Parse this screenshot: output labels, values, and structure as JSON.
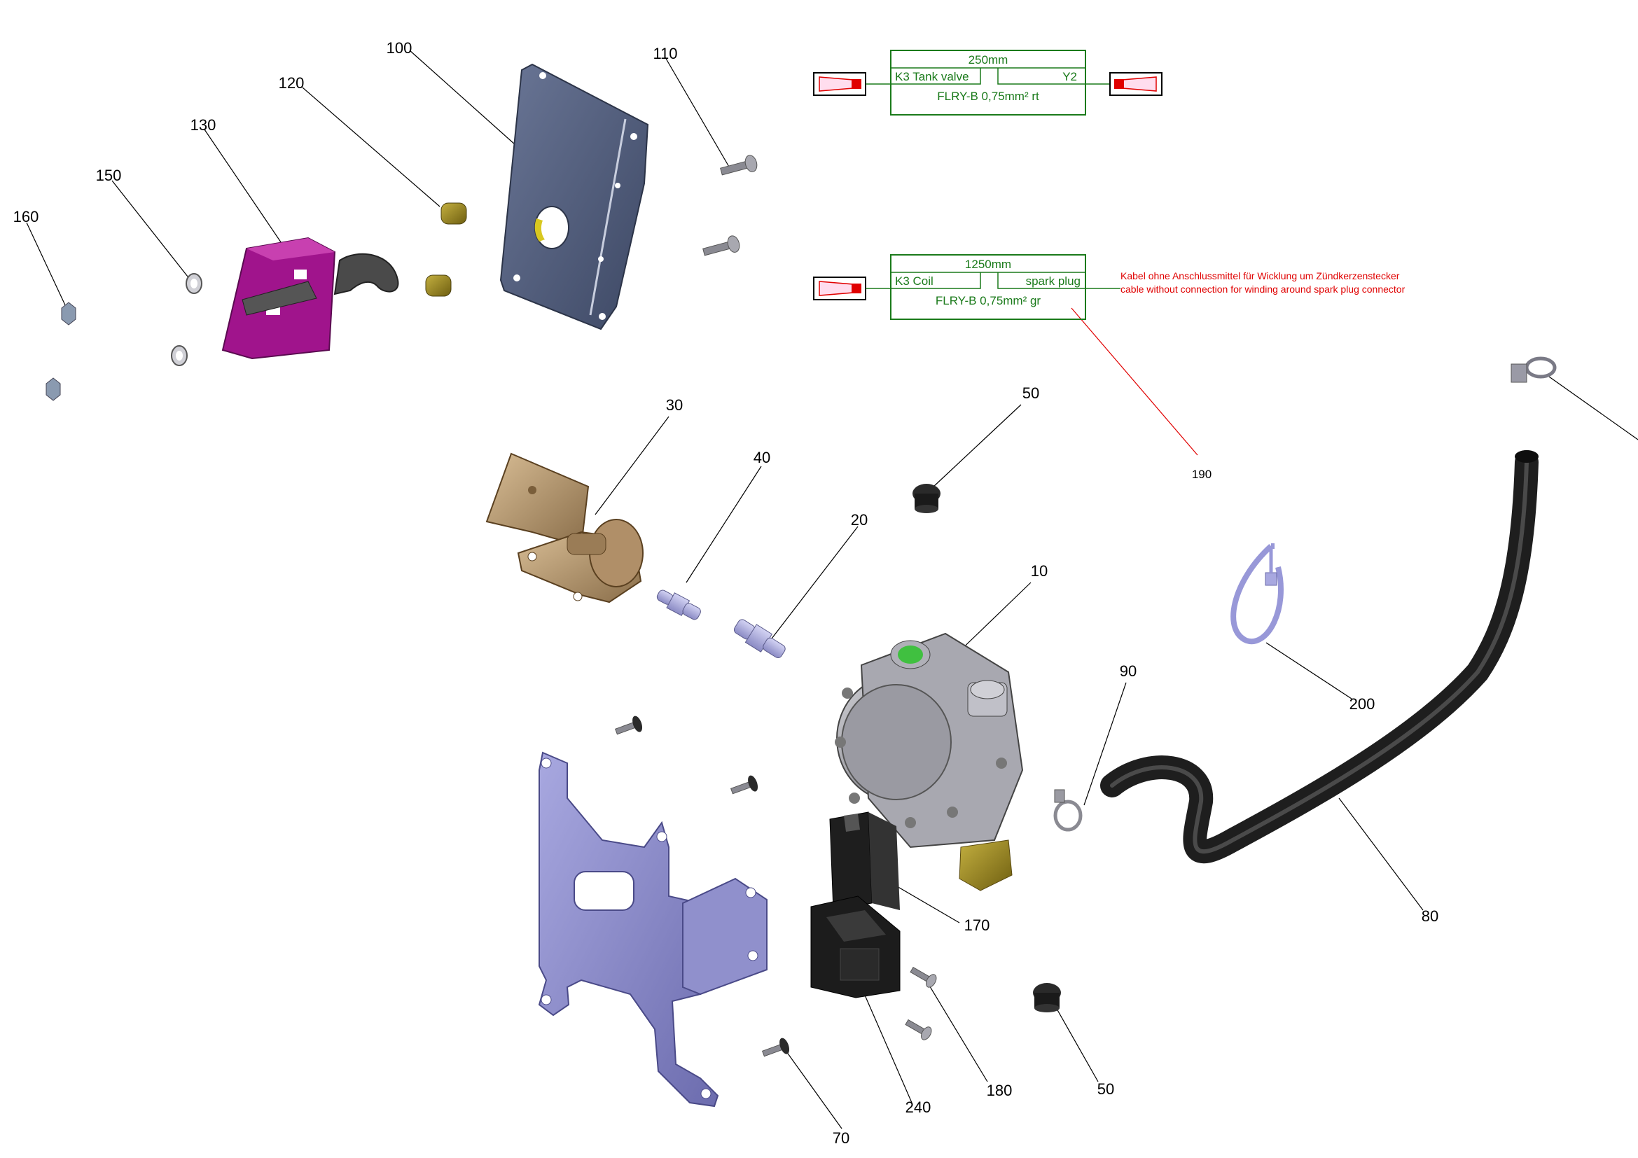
{
  "diagram": {
    "callouts": [
      {
        "id": "c100",
        "label": "100"
      },
      {
        "id": "c110",
        "label": "110"
      },
      {
        "id": "c120",
        "label": "120"
      },
      {
        "id": "c130",
        "label": "130"
      },
      {
        "id": "c150",
        "label": "150"
      },
      {
        "id": "c160",
        "label": "160"
      },
      {
        "id": "c30",
        "label": "30"
      },
      {
        "id": "c40",
        "label": "40"
      },
      {
        "id": "c20",
        "label": "20"
      },
      {
        "id": "c50a",
        "label": "50"
      },
      {
        "id": "c10",
        "label": "10"
      },
      {
        "id": "c90",
        "label": "90"
      },
      {
        "id": "c200",
        "label": "200"
      },
      {
        "id": "c80",
        "label": "80"
      },
      {
        "id": "c170",
        "label": "170"
      },
      {
        "id": "c240",
        "label": "240"
      },
      {
        "id": "c180",
        "label": "180"
      },
      {
        "id": "c50b",
        "label": "50"
      },
      {
        "id": "c70",
        "label": "70"
      },
      {
        "id": "c190",
        "label": "190"
      }
    ],
    "wire1": {
      "length": "250mm",
      "left_label": "K3 Tank valve",
      "right_label": "Y2",
      "spec": "FLRY-B 0,75mm² rt"
    },
    "wire2": {
      "length": "1250mm",
      "left_label": "K3 Coil",
      "right_label": "spark plug",
      "spec": "FLRY-B 0,75mm² gr"
    },
    "note": {
      "line1": "Kabel ohne Anschlussmittel für Wicklung um Zündkerzenstecker",
      "line2": "cable without connection for winding around spark plug connector"
    },
    "colors": {
      "wire": "#1a7a1a",
      "note": "#e00000",
      "magenta_part": "#a0148c",
      "plate_grey": "#4e5a78",
      "bracket": "#8c8ccc",
      "hose": "#1e1e1e",
      "bronze": "#b89a72",
      "brass": "#8a7a20"
    }
  }
}
